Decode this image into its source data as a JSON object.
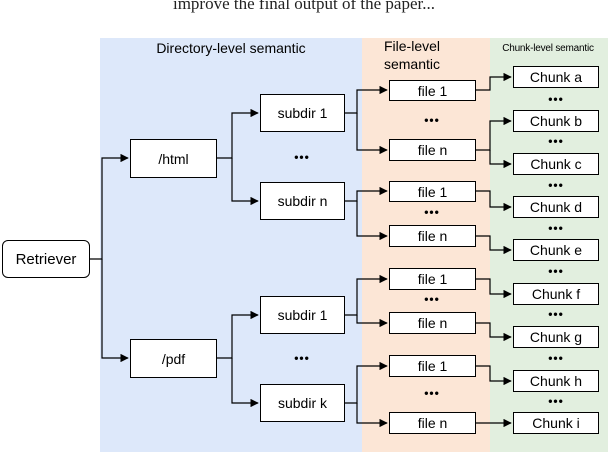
{
  "intro_text": "improve the final output of the paper...",
  "panels": {
    "directory": {
      "label": "Directory-level semantic",
      "color": "#dde8fa"
    },
    "file": {
      "label_line1": "File-level",
      "label_line2": "semantic",
      "color": "#fce6d6"
    },
    "chunk": {
      "label": "Chunk-level semantic",
      "color": "#e2efdf"
    }
  },
  "ellipsis": "•••",
  "nodes": {
    "retriever": "Retriever",
    "html": "/html",
    "pdf": "/pdf",
    "html_subdir_1": "subdir 1",
    "html_subdir_n": "subdir n",
    "pdf_subdir_1": "subdir 1",
    "pdf_subdir_k": "subdir k",
    "files": [
      "file 1",
      "file n",
      "file 1",
      "file n",
      "file 1",
      "file n",
      "file 1",
      "file n"
    ],
    "chunks": [
      "Chunk a",
      "Chunk b",
      "Chunk c",
      "Chunk d",
      "Chunk e",
      "Chunk f",
      "Chunk g",
      "Chunk h",
      "Chunk i"
    ]
  }
}
